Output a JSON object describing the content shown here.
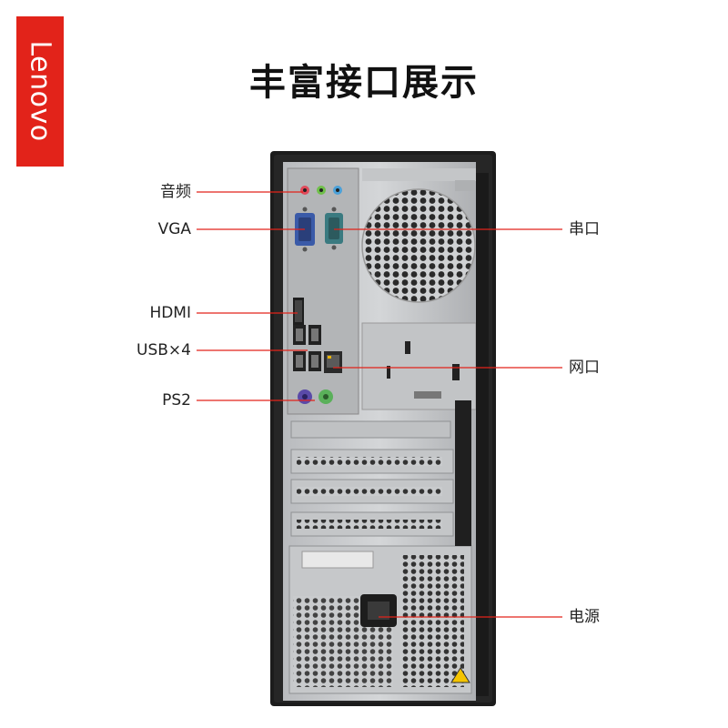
{
  "brand": {
    "logo_text": "Lenovo",
    "color": "#e2231a"
  },
  "title": "丰富接口展示",
  "ports_left": [
    {
      "label": "音频"
    },
    {
      "label": "VGA"
    },
    {
      "label": "HDMI"
    },
    {
      "label": "USB×4"
    },
    {
      "label": "PS2"
    }
  ],
  "ports_right": [
    {
      "label": "串口"
    },
    {
      "label": "网口"
    },
    {
      "label": "电源"
    }
  ],
  "line_color": "#e2231a"
}
